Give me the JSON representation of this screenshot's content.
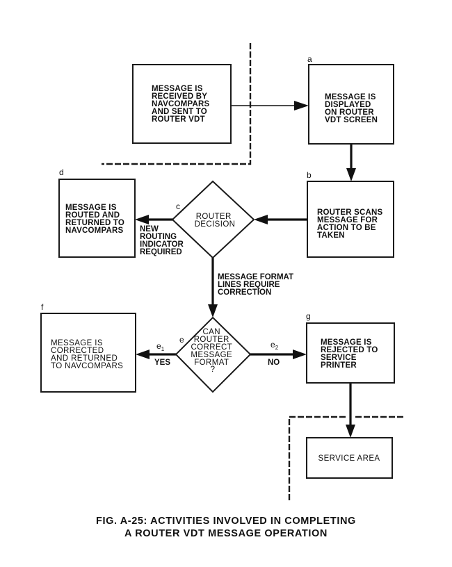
{
  "figure": {
    "caption_line1": "FIG. A-25:  ACTIVITIES INVOLVED IN COMPLETING",
    "caption_line2": "A ROUTER VDT MESSAGE OPERATION"
  },
  "nodes": {
    "start": {
      "letter": "",
      "type": "process",
      "lines": [
        "MESSAGE IS",
        "RECEIVED BY",
        "NAVCOMPARS",
        "AND SENT TO",
        "ROUTER VDT"
      ]
    },
    "a": {
      "letter": "a",
      "type": "process",
      "lines": [
        "MESSAGE IS",
        "DISPLAYED",
        "ON ROUTER",
        "VDT SCREEN"
      ]
    },
    "b": {
      "letter": "b",
      "type": "process",
      "lines": [
        "ROUTER SCANS",
        "MESSAGE FOR",
        "ACTION TO BE",
        "TAKEN"
      ]
    },
    "c": {
      "letter": "c",
      "type": "decision",
      "lines": [
        "ROUTER",
        "DECISION"
      ]
    },
    "d": {
      "letter": "d",
      "type": "process",
      "lines": [
        "MESSAGE IS",
        "ROUTED AND",
        "RETURNED TO",
        "NAVCOMPARS"
      ]
    },
    "e": {
      "letter": "e",
      "type": "decision",
      "lines": [
        "CAN",
        "ROUTER",
        "CORRECT",
        "MESSAGE",
        "FORMAT",
        "?"
      ]
    },
    "f": {
      "letter": "f",
      "type": "process",
      "lines": [
        "MESSAGE IS",
        "CORRECTED",
        "AND RETURNED",
        "TO NAVCOMPARS"
      ]
    },
    "g": {
      "letter": "g",
      "type": "process",
      "lines": [
        "MESSAGE IS",
        "REJECTED TO",
        "SERVICE",
        "PRINTER"
      ]
    },
    "service": {
      "letter": "",
      "type": "process",
      "lines": [
        "SERVICE AREA"
      ]
    }
  },
  "edges": [
    {
      "from": "start",
      "to": "a",
      "label": []
    },
    {
      "from": "a",
      "to": "b",
      "label": []
    },
    {
      "from": "b",
      "to": "c",
      "label": []
    },
    {
      "from": "c",
      "to": "d",
      "label": [
        "NEW",
        "ROUTING",
        "INDICATOR",
        "REQUIRED"
      ]
    },
    {
      "from": "c",
      "to": "e",
      "label": [
        "MESSAGE FORMAT",
        "LINES REQUIRE",
        "CORRECTION"
      ]
    },
    {
      "from": "e",
      "to": "f",
      "id": "e",
      "sub": "1",
      "label": [
        "YES"
      ]
    },
    {
      "from": "e",
      "to": "g",
      "id": "e",
      "sub": "2",
      "label": [
        "NO"
      ]
    },
    {
      "from": "g",
      "to": "service",
      "label": []
    }
  ],
  "boundaries": [
    {
      "name": "navcompars-boundary",
      "style": "dashed"
    },
    {
      "name": "service-area-boundary",
      "style": "dashed"
    }
  ]
}
